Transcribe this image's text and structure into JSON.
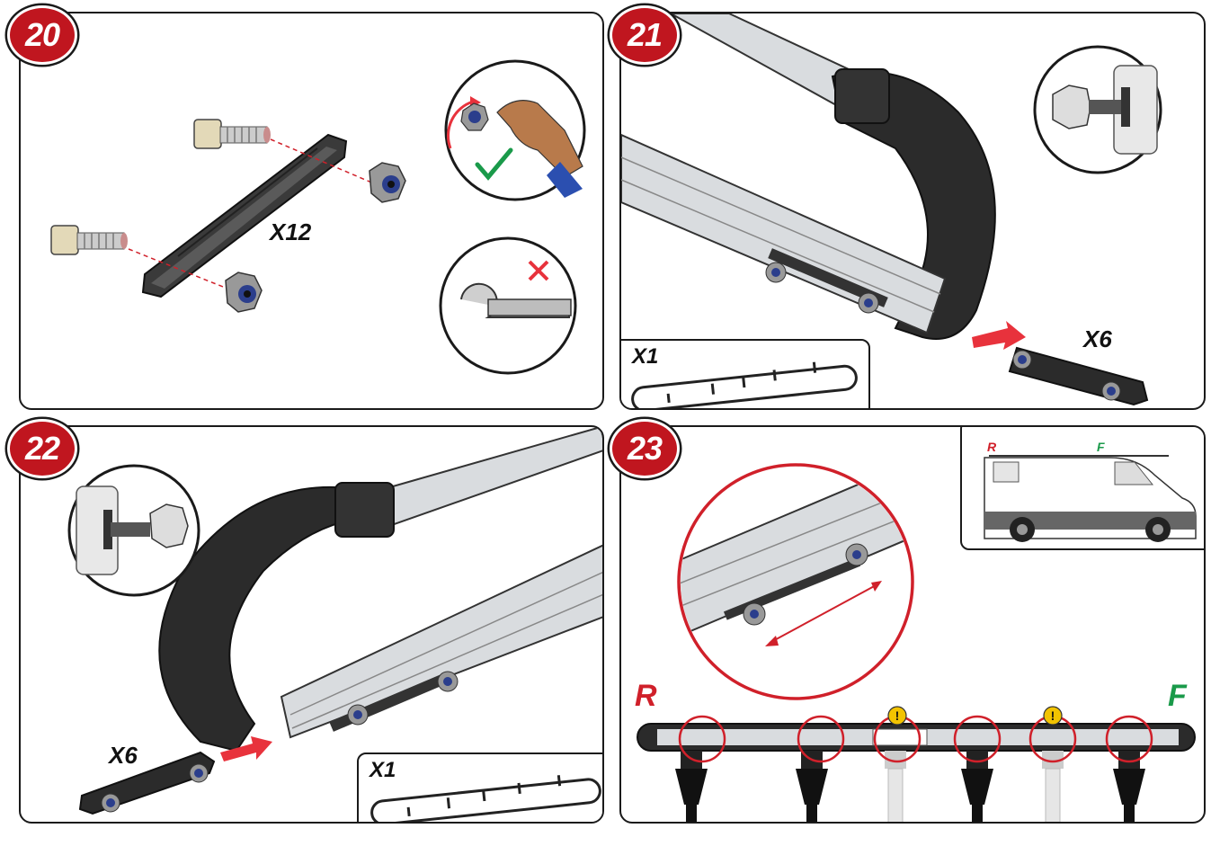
{
  "steps": [
    {
      "number": "20",
      "quantity": "X12"
    },
    {
      "number": "21",
      "quantity": "X6",
      "kit_quantity": "X1"
    },
    {
      "number": "22",
      "quantity": "X6",
      "kit_quantity": "X1"
    },
    {
      "number": "23",
      "rear_label": "R",
      "front_label": "F",
      "van_rear_label": "R",
      "van_front_label": "F"
    }
  ],
  "colors": {
    "badge": "#c0161f",
    "arrow": "#e8323c",
    "front": "#1a9a4a",
    "warning": "#f2c300",
    "aluminium": "#d9dcdf",
    "plastic": "#2b2b2b"
  },
  "icons": [
    "check-icon",
    "cross-icon",
    "rotate-arrow-icon",
    "warning-icon",
    "double-arrow-icon"
  ]
}
